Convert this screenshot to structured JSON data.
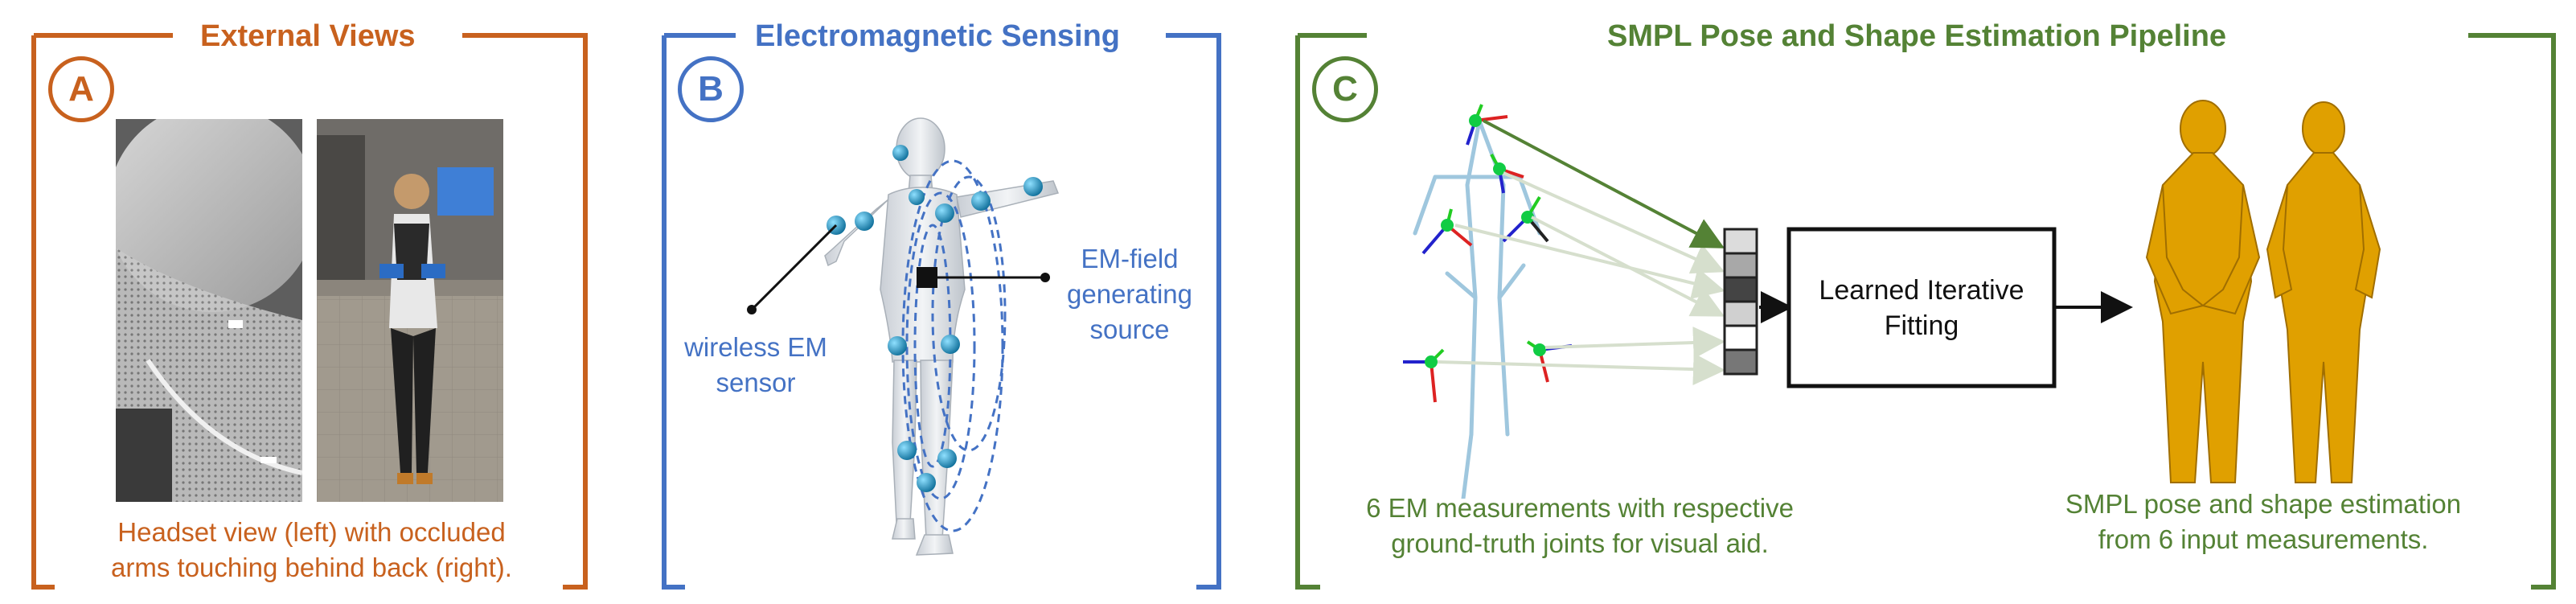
{
  "colors": {
    "panel_a": "#c8611e",
    "panel_b": "#4472c4",
    "panel_c": "#548235",
    "mannequin": "#d9dde2",
    "sensor": "#1f8fbf",
    "smpl_body": "#e0a000"
  },
  "panel_a": {
    "letter": "A",
    "title": "External Views",
    "caption_line1": "Headset view (left) with occluded",
    "caption_line2": "arms touching behind back (right).",
    "images": [
      "headset-view-photo",
      "person-back-view-photo"
    ]
  },
  "panel_b": {
    "letter": "B",
    "title": "Electromagnetic Sensing",
    "label_sensor_line1": "wireless EM",
    "label_sensor_line2": "sensor",
    "label_source_line1": "EM-field",
    "label_source_line2": "generating",
    "label_source_line3": "source"
  },
  "panel_c": {
    "letter": "C",
    "title": "SMPL Pose and Shape Estimation Pipeline",
    "fitting_box": "Learned Iterative\nFitting",
    "caption_left_line1": "6 EM measurements with respective",
    "caption_left_line2": "ground-truth joints for visual aid.",
    "caption_right_line1": "SMPL pose and shape estimation",
    "caption_right_line2": "from 6 input measurements."
  }
}
